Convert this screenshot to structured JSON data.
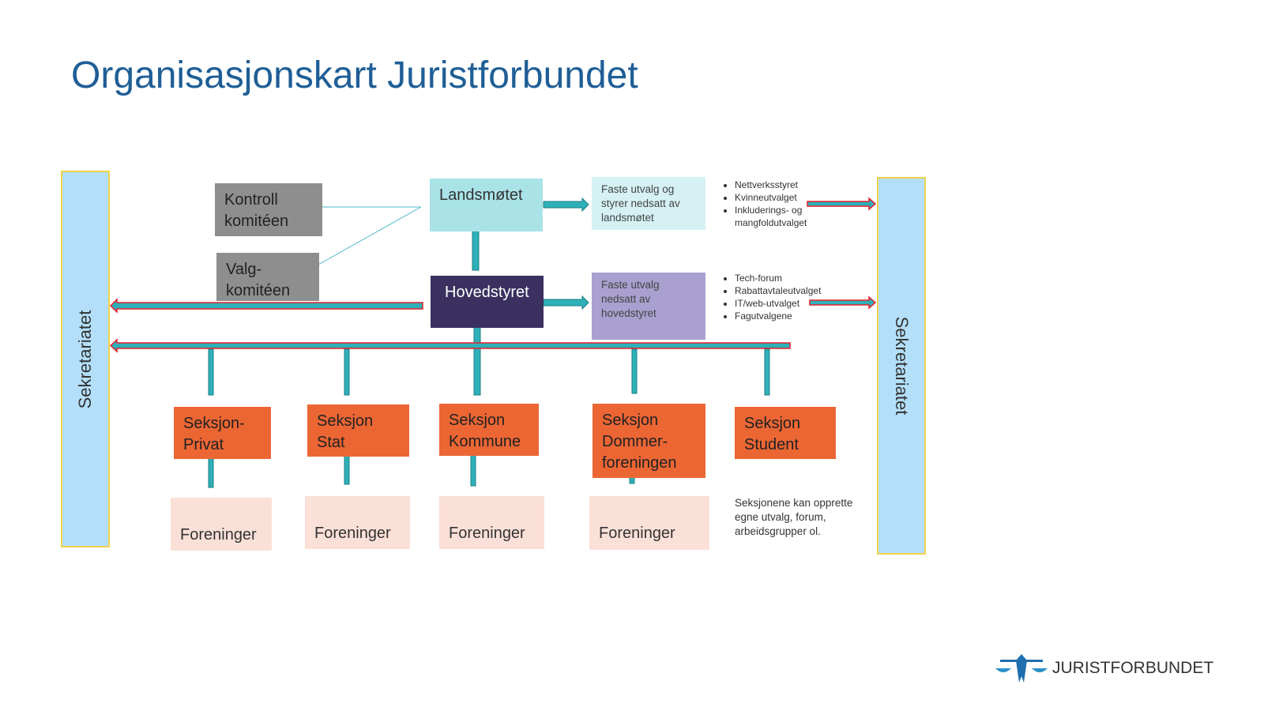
{
  "title": "Organisasjonskart Juristforbundet",
  "secretariat_left": "Sekretariatet",
  "secretariat_right": "Sekretariatet",
  "kontroll": "Kontroll komitéen",
  "valg": "Valg-komitéen",
  "landsmotet": "Landsmøtet",
  "hovedstyret": "Hovedstyret",
  "faste_landsmotet": "Faste utvalg og styrer nedsatt av landsmøtet",
  "faste_hovedstyret": "Faste utvalg nedsatt av hovedstyret",
  "list_landsmotet": [
    "Nettverksstyret",
    "Kvinneutvalget",
    "Inkluderings- og mangfoldutvalget"
  ],
  "list_hovedstyret": [
    "Tech-forum",
    "Rabattavtaleutvalget",
    "IT/web-utvalget",
    "Fagutvalgene"
  ],
  "sections": [
    "Seksjon-Privat",
    "Seksjon Stat",
    "Seksjon Kommune",
    "Seksjon Dommer-foreningen",
    "Seksjon Student"
  ],
  "foreninger": [
    "Foreninger",
    "Foreninger",
    "Foreninger",
    "Foreninger"
  ],
  "note": "Seksjonene kan opprette egne utvalg, forum, arbeidsgrupper ol.",
  "logo": "JURISTFORBUNDET",
  "colors": {
    "teal": "#2eb0b8",
    "red": "#e8202a",
    "navy": "#3b3160",
    "orange": "#ec6634"
  }
}
